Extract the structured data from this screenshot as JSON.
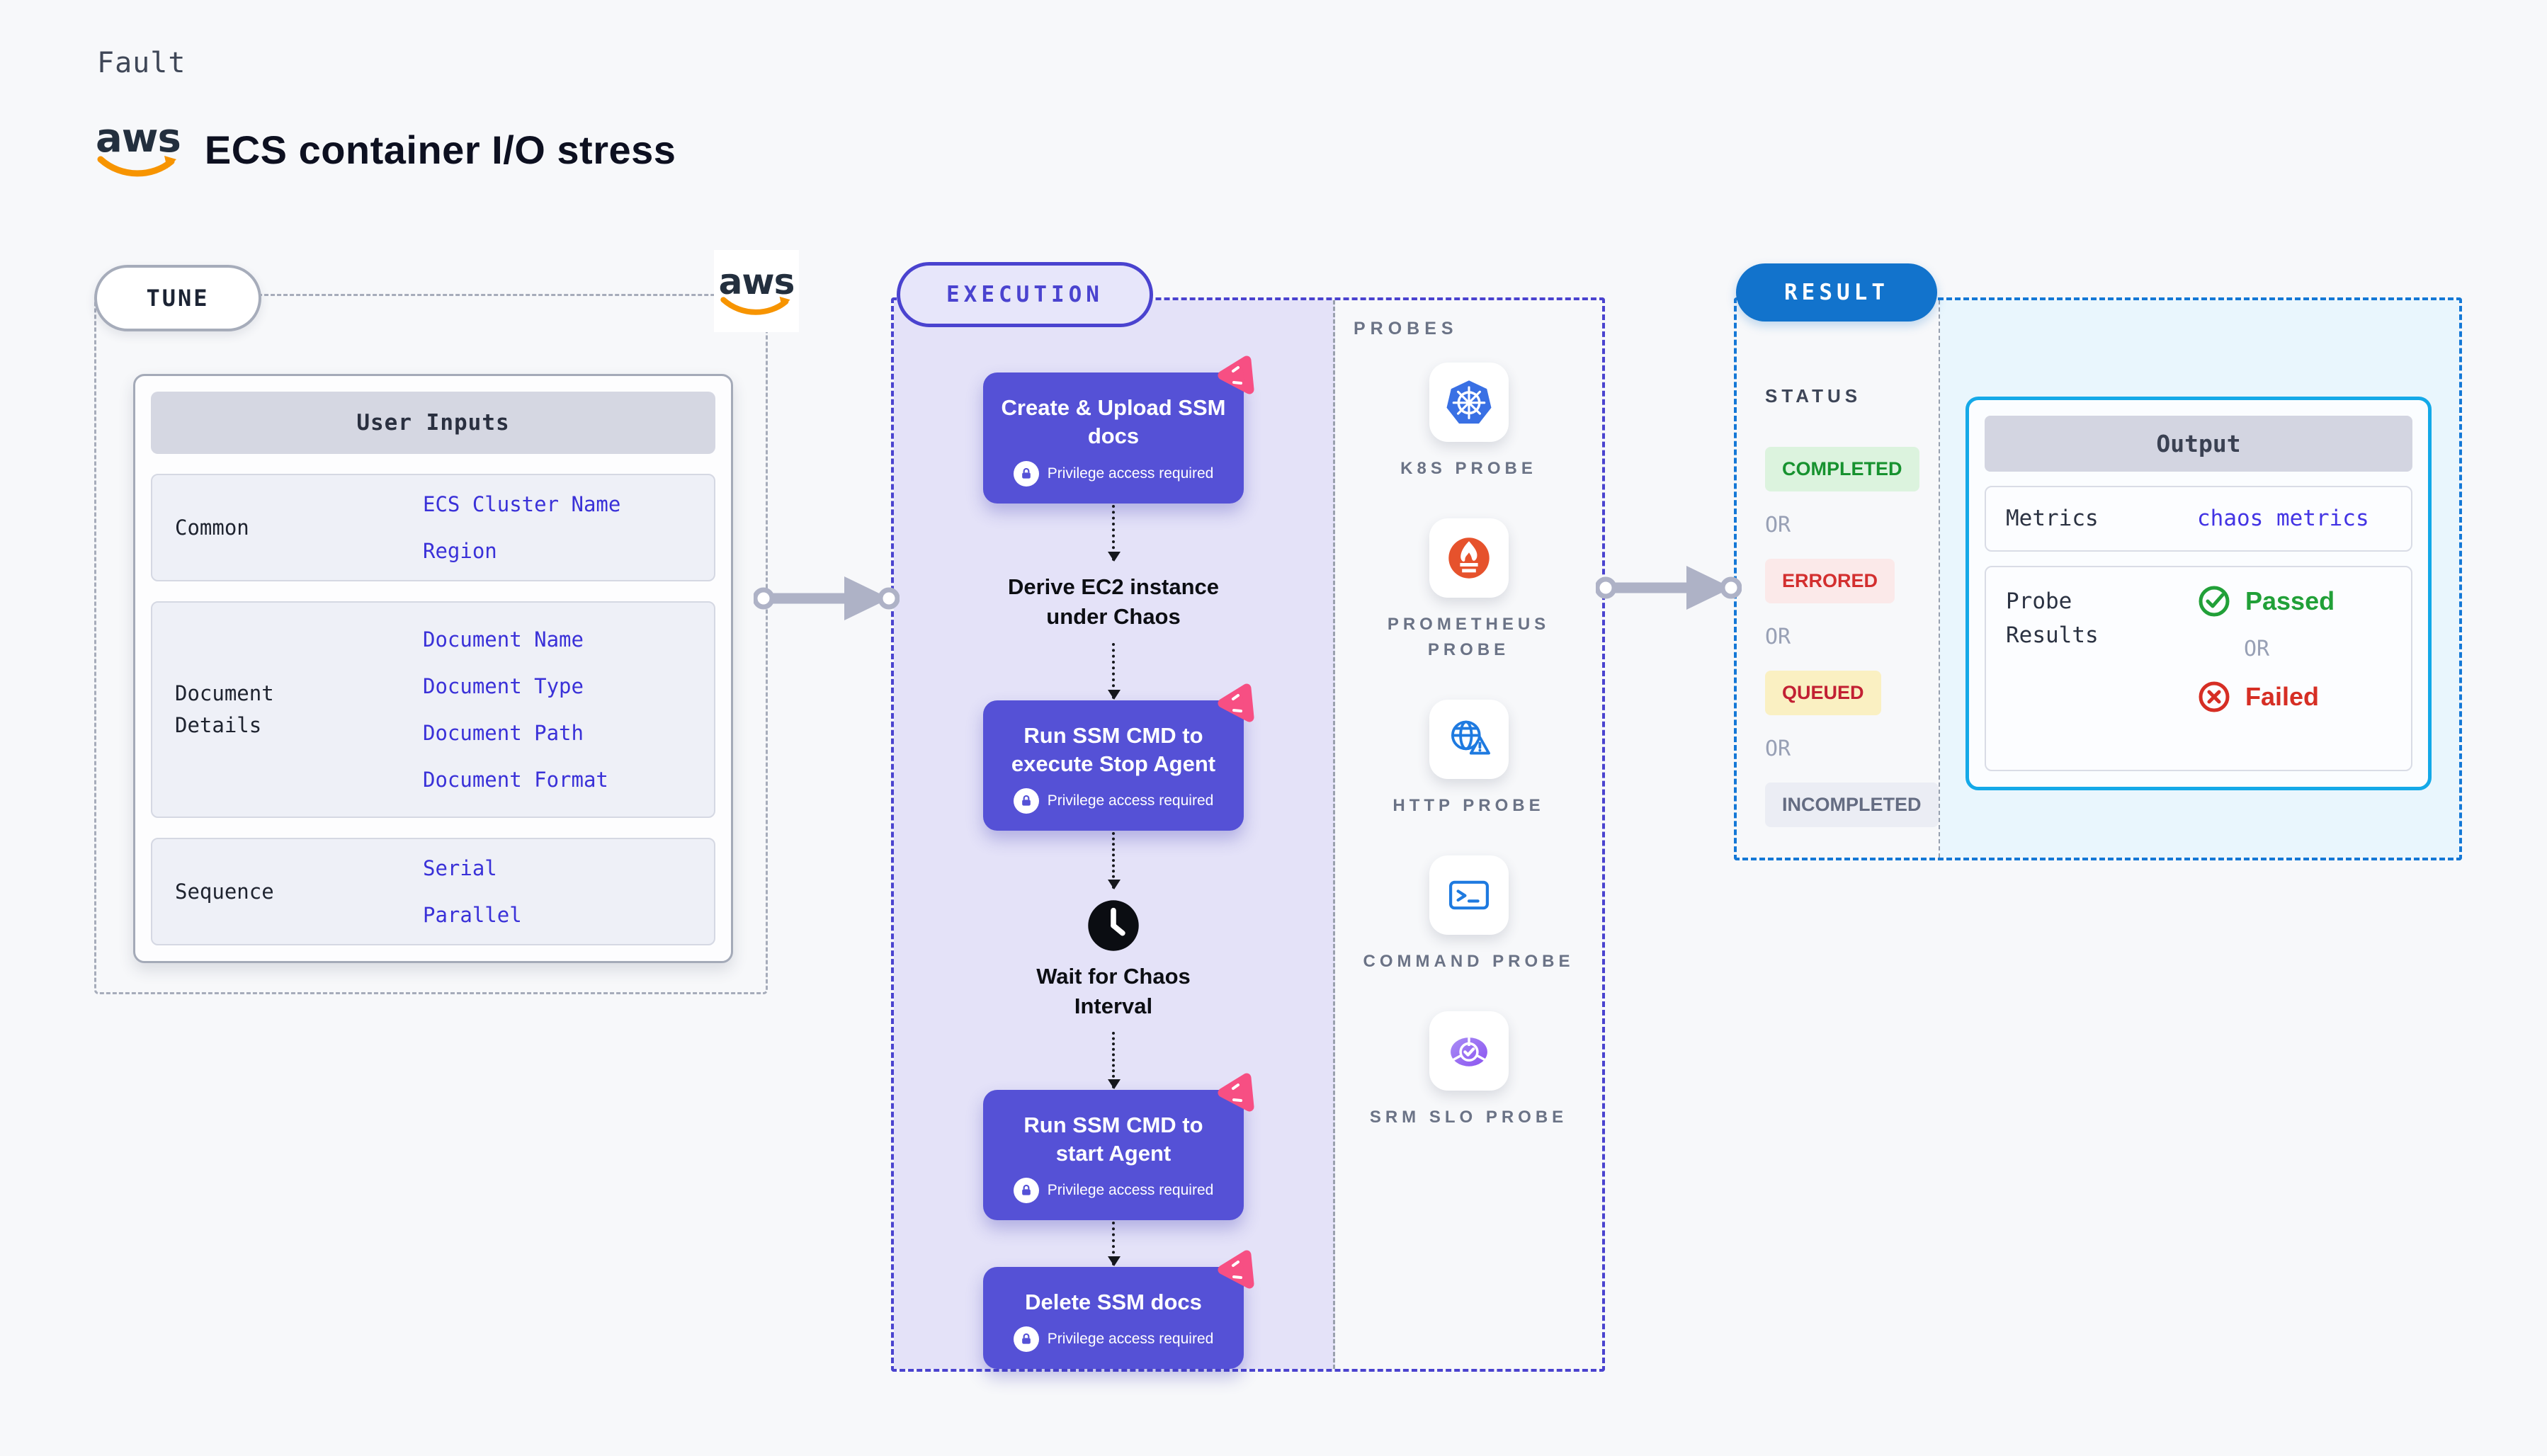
{
  "header": {
    "fault_label": "Fault",
    "brand": "aws",
    "title": "ECS container I/O stress"
  },
  "tune": {
    "pill": "TUNE",
    "user_inputs": {
      "header": "User Inputs",
      "rows": [
        {
          "label": "Common",
          "values": [
            "ECS Cluster Name",
            "Region"
          ]
        },
        {
          "label": "Document Details",
          "values": [
            "Document Name",
            "Document Type",
            "Document Path",
            "Document Format"
          ]
        },
        {
          "label": "Sequence",
          "values": [
            "Serial",
            "Parallel"
          ]
        }
      ]
    }
  },
  "execution": {
    "pill": "EXECUTION",
    "steps": [
      {
        "type": "card",
        "title": "Create & Upload SSM docs",
        "badge": "Privilege access required"
      },
      {
        "type": "text",
        "title": "Derive EC2 instance under Chaos"
      },
      {
        "type": "card",
        "title": "Run SSM CMD to execute Stop Agent",
        "badge": "Privilege access required"
      },
      {
        "type": "wait",
        "title": "Wait for Chaos Interval"
      },
      {
        "type": "card",
        "title": "Run SSM CMD to start Agent",
        "badge": "Privilege access required"
      },
      {
        "type": "card",
        "title": "Delete SSM docs",
        "badge": "Privilege access required"
      }
    ],
    "probes": {
      "label": "PROBES",
      "items": [
        {
          "name": "K8S PROBE",
          "icon": "kubernetes-icon"
        },
        {
          "name": "PROMETHEUS PROBE",
          "icon": "prometheus-icon"
        },
        {
          "name": "HTTP PROBE",
          "icon": "http-globe-icon"
        },
        {
          "name": "COMMAND PROBE",
          "icon": "terminal-icon"
        },
        {
          "name": "SRM SLO PROBE",
          "icon": "srm-slo-icon"
        }
      ]
    }
  },
  "result": {
    "pill": "RESULT",
    "status": {
      "label": "STATUS",
      "or_label": "OR",
      "badges": [
        {
          "text": "COMPLETED",
          "fg": "#17922f",
          "bg": "#dcf3de"
        },
        {
          "text": "ERRORED",
          "fg": "#d32f2f",
          "bg": "#fbe9e9"
        },
        {
          "text": "QUEUED",
          "fg": "#c22033",
          "bg": "#faf0c2"
        },
        {
          "text": "INCOMPLETED",
          "fg": "#646c82",
          "bg": "#ebedf4"
        }
      ]
    },
    "output": {
      "header": "Output",
      "metrics_label": "Metrics",
      "metrics_value": "chaos metrics",
      "probe_results_label": "Probe Results",
      "passed": "Passed",
      "or_label": "OR",
      "failed": "Failed"
    }
  },
  "colors": {
    "accent_indigo": "#4a43cf",
    "card_purple": "#5551d6",
    "flow_bg": "#e4e2f8",
    "result_blue": "#1273cc",
    "output_border_cyan": "#14a9e8",
    "cyan_bg": "#e9f6fd",
    "badge_pink": "#f74f83",
    "arrow_gray": "#aeb2c6",
    "success_green": "#21a038",
    "fail_red": "#d62e24",
    "aws_orange": "#f79400"
  }
}
